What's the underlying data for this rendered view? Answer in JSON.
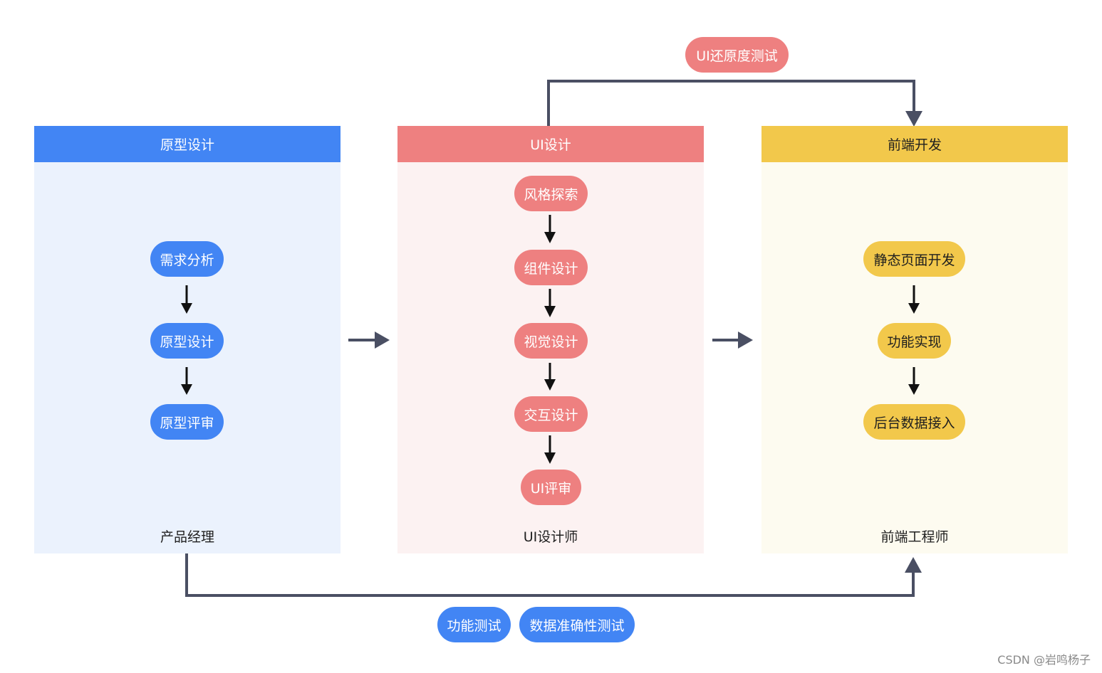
{
  "columns": {
    "product": {
      "title": "原型设计",
      "role": "产品经理"
    },
    "ui": {
      "title": "UI设计",
      "role": "UI设计师"
    },
    "frontend": {
      "title": "前端开发",
      "role": "前端工程师"
    }
  },
  "steps": {
    "product": [
      "需求分析",
      "原型设计",
      "原型评审"
    ],
    "ui": [
      "风格探索",
      "组件设计",
      "视觉设计",
      "交互设计",
      "UI评审"
    ],
    "frontend": [
      "静态页面开发",
      "功能实现",
      "后台数据接入"
    ]
  },
  "feedback": {
    "top_label": "UI还原度测试",
    "bottom_labels": [
      "功能测试",
      "数据准确性测试"
    ]
  },
  "watermark": "CSDN @岩鸣杨子",
  "colors": {
    "blue": "#4285f4",
    "red": "#ee8080",
    "yellow": "#f2c84b",
    "arrow_dark": "#4a4f63",
    "arrow_black": "#111111"
  }
}
